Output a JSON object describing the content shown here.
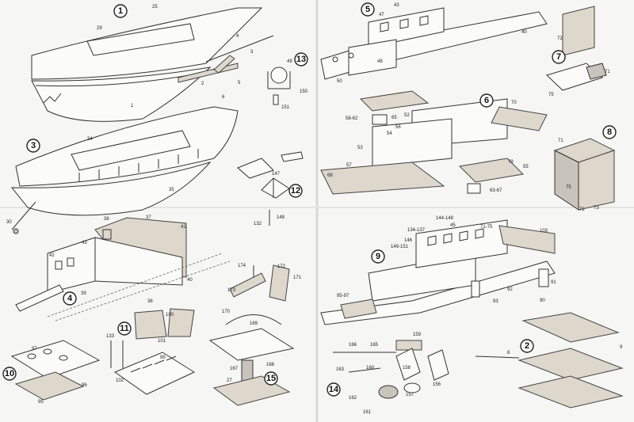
{
  "steps": [
    "1",
    "2",
    "3",
    "4",
    "5",
    "6",
    "7",
    "8",
    "9",
    "10",
    "11",
    "12",
    "13",
    "14",
    "15"
  ],
  "part_labels": {
    "s1": [
      "29",
      "25",
      "4",
      "3",
      "2",
      "5",
      "6",
      "1"
    ],
    "s13": [
      "49",
      "150",
      "151"
    ],
    "s3": [
      "34",
      "35",
      "30"
    ],
    "s12": [
      "147",
      "148",
      "132"
    ],
    "s4": [
      "37",
      "41",
      "36",
      "43",
      "42",
      "39",
      "38",
      "40"
    ],
    "s5": [
      "47",
      "43",
      "48",
      "50",
      "40"
    ],
    "s6": [
      "70",
      "58-62",
      "65",
      "52",
      "56",
      "54",
      "53",
      "57",
      "68",
      "79",
      "55",
      "63-67"
    ],
    "s7": [
      "72",
      "71",
      "75"
    ],
    "s8": [
      "71",
      "75",
      "72",
      "73"
    ],
    "s9": [
      "134-137",
      "144-148",
      "45",
      "71-75",
      "146",
      "149-151",
      "103",
      "95-97",
      "91",
      "92",
      "90",
      "93"
    ],
    "s10": [
      "97",
      "95",
      "96"
    ],
    "s11": [
      "133",
      "101",
      "100",
      "99",
      "102"
    ],
    "s_mid": [
      "174",
      "172",
      "171",
      "173",
      "170",
      "169"
    ],
    "s15": [
      "167",
      "168",
      "27"
    ],
    "s14": [
      "166",
      "165",
      "159",
      "160",
      "163",
      "158",
      "157",
      "156",
      "162",
      "161"
    ],
    "s2": [
      "8",
      "9"
    ]
  }
}
